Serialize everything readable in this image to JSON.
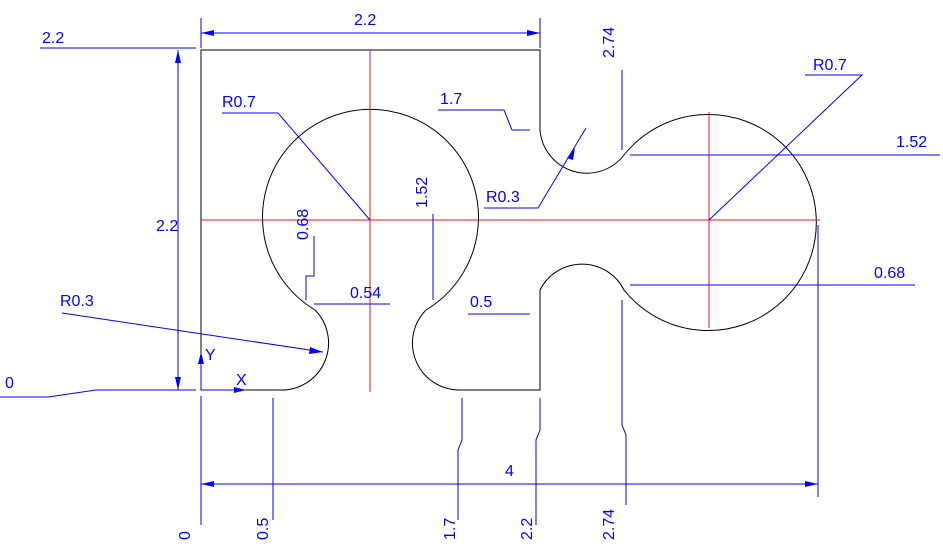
{
  "colors": {
    "dimension": "#0000ff",
    "centerline": "#e8141b",
    "outline": "#000000",
    "background": "#ffffff"
  },
  "labels": {
    "top_width": "2.2",
    "left_height": "2.2",
    "y_top": "2.2",
    "x_top": "2.74",
    "radius_left_big": "R0.7",
    "radius_right_big": "R0.7",
    "radius_neck": "R0.3",
    "radius_bottom_left": "R0.3",
    "y_1_7": "1.7",
    "y_1_52_right": "1.52",
    "y_0_68_right": "0.68",
    "slot_height": "1.52",
    "rib_height": "0.68",
    "rib_offset": "0.54",
    "slot_half": "0.5",
    "y_zero": "0",
    "axis_y": "Y",
    "axis_x": "X",
    "overall_width": "4",
    "x_zero": "0",
    "x_0_5": "0.5",
    "x_1_7": "1.7",
    "x_2_2": "2.2",
    "x_2_74": "2.74"
  }
}
